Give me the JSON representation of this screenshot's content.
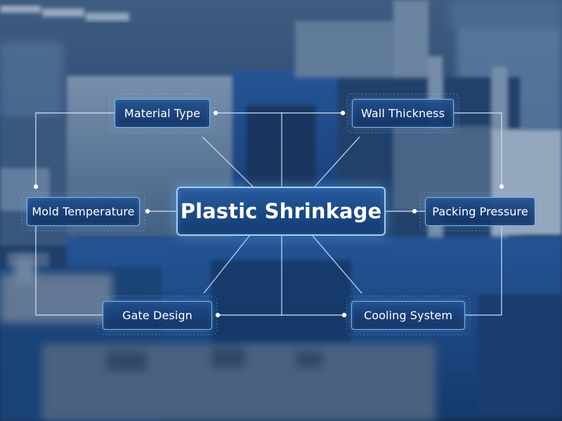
{
  "diagram": {
    "center": {
      "label": "Plastic Shrinkage"
    },
    "factors": [
      {
        "id": "material-type",
        "label": "Material Type"
      },
      {
        "id": "wall-thickness",
        "label": "Wall Thickness"
      },
      {
        "id": "mold-temperature",
        "label": "Mold Temperature"
      },
      {
        "id": "packing-pressure",
        "label": "Packing Pressure"
      },
      {
        "id": "gate-design",
        "label": "Gate Design"
      },
      {
        "id": "cooling-system",
        "label": "Cooling System"
      }
    ]
  },
  "colors": {
    "line": "#cfe3f7",
    "accent_border": "#96c8f5",
    "node_fill": "#1f4e8c",
    "background": "#1d3a63"
  }
}
